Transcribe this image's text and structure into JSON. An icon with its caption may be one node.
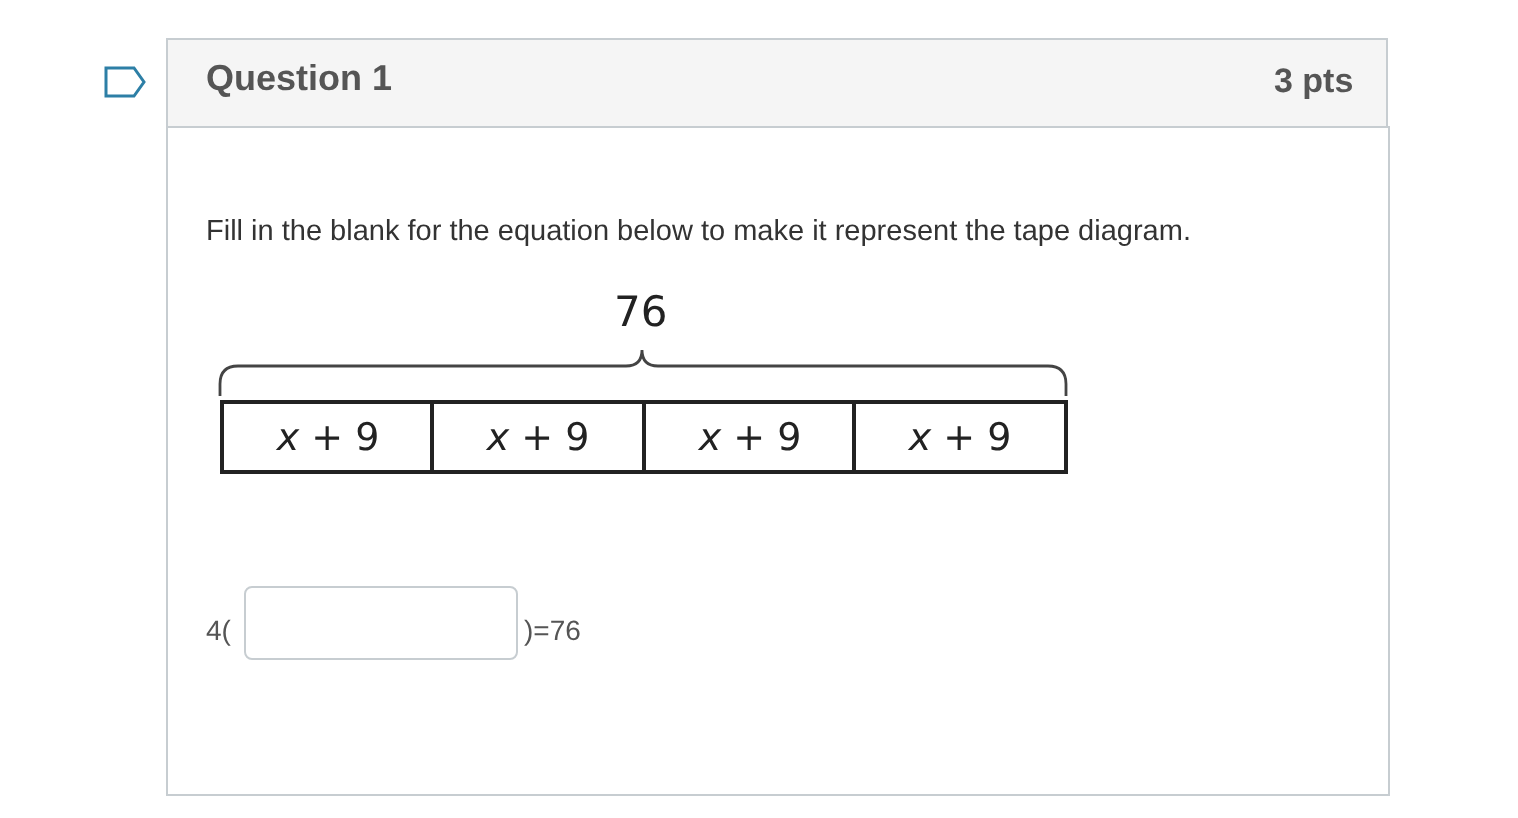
{
  "diagram": {
    "nodes": [
      {
        "text": [
          "*x* + 9"
        ]
      },
      {
        "text": [
          "*x* + 9"
        ]
      },
      {
        "text": [
          "*x* + 9"
        ]
      },
      {
        "text": [
          "*x* + 9"
        ]
      }
    ],
    "labels": [
      "Question 1",
      "3 pts",
      "Fill in the blank for the equation below to make it represent the tape diagram.",
      "76",
      "4(",
      ")=76"
    ]
  }
}
